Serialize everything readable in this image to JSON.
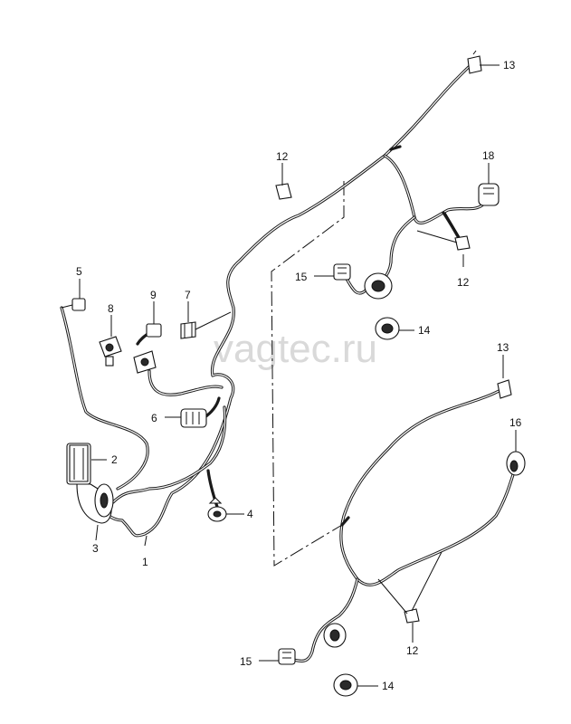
{
  "watermark": "vagtec.ru",
  "callouts": {
    "n1": "1",
    "n2": "2",
    "n3": "3",
    "n4": "4",
    "n5": "5",
    "n6": "6",
    "n7": "7",
    "n8": "8",
    "n9": "9",
    "n12a": "12",
    "n12b": "12",
    "n12c": "12",
    "n13a": "13",
    "n13b": "13",
    "n14a": "14",
    "n14b": "14",
    "n15a": "15",
    "n15b": "15",
    "n16": "16",
    "n18": "18"
  }
}
